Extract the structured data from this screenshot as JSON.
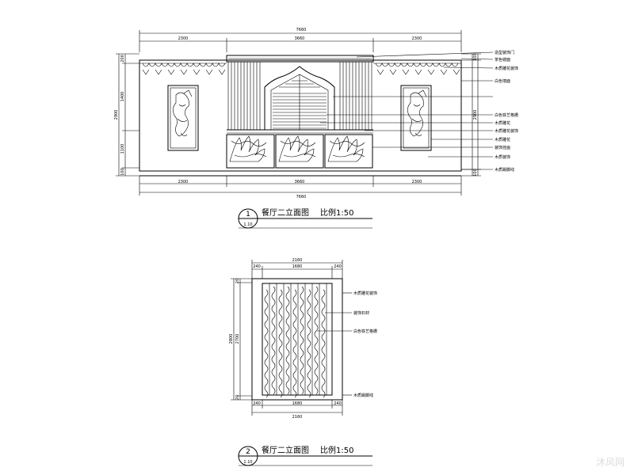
{
  "drawing1": {
    "top_total": "7660",
    "top_segments": [
      "2300",
      "3660",
      "2300"
    ],
    "bottom_segments": [
      "2300",
      "3660",
      "2300"
    ],
    "bottom_total": "7660",
    "left_dims": [
      "200",
      "1400",
      "2900",
      "1100",
      "100"
    ],
    "right_dims": [
      "100",
      "2900",
      "100"
    ],
    "callouts": [
      "造型装饰门",
      "茶色镜面",
      "木质雕花装饰",
      "白色墙面",
      "白色铁艺格栅",
      "木质雕花",
      "木质雕花装饰",
      "木质雕花",
      "装饰挂画",
      "木质装饰",
      "木质踢脚线"
    ],
    "title_number": "1",
    "sheet_ref": "1.10",
    "title": "餐厅二立面图",
    "scale": "比例1:50"
  },
  "drawing2": {
    "top_total": "2160",
    "top_segments": [
      "240",
      "1680",
      "240"
    ],
    "left_dims": [
      "20",
      "2700",
      "20"
    ],
    "left_total": "2800",
    "bottom_segments": [
      "240",
      "1680",
      "240"
    ],
    "bottom_total": "2160",
    "callouts": [
      "木质雕花装饰",
      "装饰石材",
      "白色铁艺格栅",
      "木质踢脚线"
    ],
    "title_number": "2",
    "sheet_ref": "1.10",
    "title": "餐厅二立面图",
    "scale": "比例1:50"
  },
  "watermark": "沐风网"
}
